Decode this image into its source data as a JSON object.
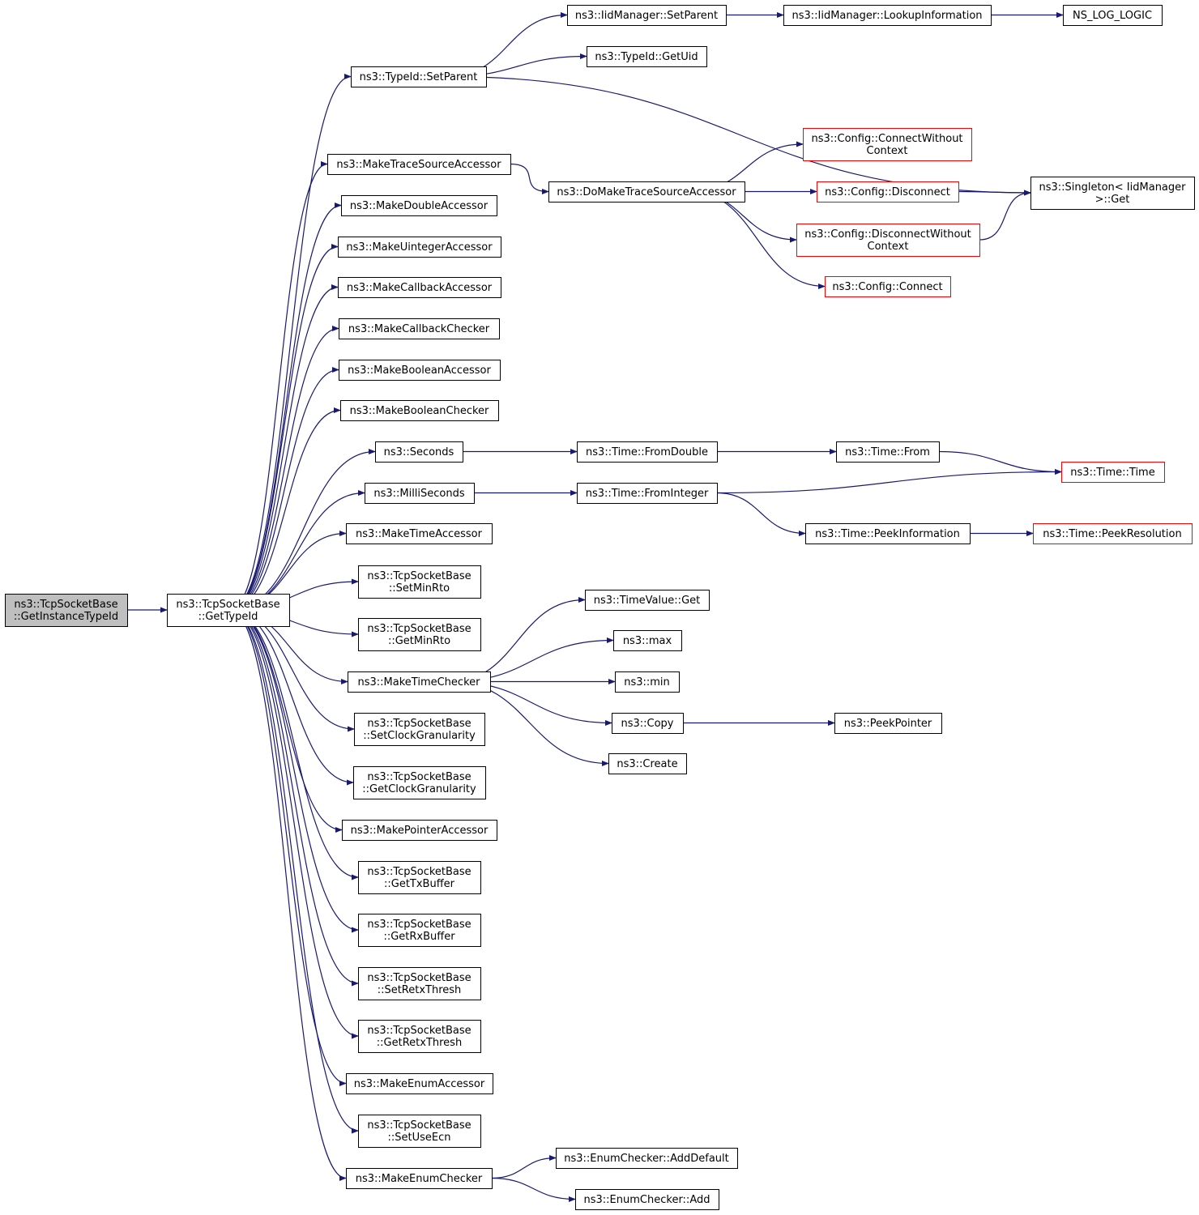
{
  "colors": {
    "edge": "#191970",
    "node_border": "#000000",
    "node_border_truncated": "#ff0000",
    "node_fill": "#ffffff",
    "node_fill_root": "#bfbfbf"
  },
  "nodes": [
    {
      "id": "root",
      "lines": [
        "ns3::TcpSocketBase",
        "::GetInstanceTypeId"
      ],
      "style": "root"
    },
    {
      "id": "gettypeid",
      "lines": [
        "ns3::TcpSocketBase",
        "::GetTypeId"
      ],
      "style": "normal"
    },
    {
      "id": "typeid_setparent",
      "lines": [
        "ns3::TypeId::SetParent"
      ],
      "style": "normal"
    },
    {
      "id": "iid_setparent",
      "lines": [
        "ns3::IidManager::SetParent"
      ],
      "style": "normal"
    },
    {
      "id": "iid_lookup",
      "lines": [
        "ns3::IidManager::LookupInformation"
      ],
      "style": "normal"
    },
    {
      "id": "ns_log_logic",
      "lines": [
        "NS_LOG_LOGIC"
      ],
      "style": "normal"
    },
    {
      "id": "typeid_getuid",
      "lines": [
        "ns3::TypeId::GetUid"
      ],
      "style": "normal"
    },
    {
      "id": "singleton_get",
      "lines": [
        "ns3::Singleton< IidManager",
        " >::Get"
      ],
      "style": "normal"
    },
    {
      "id": "make_trace_src_acc",
      "lines": [
        "ns3::MakeTraceSourceAccessor"
      ],
      "style": "normal"
    },
    {
      "id": "do_make_trace_src_acc",
      "lines": [
        "ns3::DoMakeTraceSourceAccessor"
      ],
      "style": "normal"
    },
    {
      "id": "cfg_connect_wo_ctx",
      "lines": [
        "ns3::Config::ConnectWithout",
        "Context"
      ],
      "style": "truncated"
    },
    {
      "id": "cfg_disconnect",
      "lines": [
        "ns3::Config::Disconnect"
      ],
      "style": "truncated"
    },
    {
      "id": "cfg_disconnect_wo_ctx",
      "lines": [
        "ns3::Config::DisconnectWithout",
        "Context"
      ],
      "style": "truncated"
    },
    {
      "id": "cfg_connect",
      "lines": [
        "ns3::Config::Connect"
      ],
      "style": "truncated"
    },
    {
      "id": "make_double_acc",
      "lines": [
        "ns3::MakeDoubleAccessor"
      ],
      "style": "normal"
    },
    {
      "id": "make_uinteger_acc",
      "lines": [
        "ns3::MakeUintegerAccessor"
      ],
      "style": "normal"
    },
    {
      "id": "make_callback_acc",
      "lines": [
        "ns3::MakeCallbackAccessor"
      ],
      "style": "normal"
    },
    {
      "id": "make_callback_chk",
      "lines": [
        "ns3::MakeCallbackChecker"
      ],
      "style": "normal"
    },
    {
      "id": "make_boolean_acc",
      "lines": [
        "ns3::MakeBooleanAccessor"
      ],
      "style": "normal"
    },
    {
      "id": "make_boolean_chk",
      "lines": [
        "ns3::MakeBooleanChecker"
      ],
      "style": "normal"
    },
    {
      "id": "seconds",
      "lines": [
        "ns3::Seconds"
      ],
      "style": "normal"
    },
    {
      "id": "time_fromdouble",
      "lines": [
        "ns3::Time::FromDouble"
      ],
      "style": "normal"
    },
    {
      "id": "time_from",
      "lines": [
        "ns3::Time::From"
      ],
      "style": "normal"
    },
    {
      "id": "time_time",
      "lines": [
        "ns3::Time::Time"
      ],
      "style": "truncated"
    },
    {
      "id": "milliseconds",
      "lines": [
        "ns3::MilliSeconds"
      ],
      "style": "normal"
    },
    {
      "id": "time_frominteger",
      "lines": [
        "ns3::Time::FromInteger"
      ],
      "style": "normal"
    },
    {
      "id": "time_peekinfo",
      "lines": [
        "ns3::Time::PeekInformation"
      ],
      "style": "normal"
    },
    {
      "id": "time_peekres",
      "lines": [
        "ns3::Time::PeekResolution"
      ],
      "style": "truncated"
    },
    {
      "id": "make_time_acc",
      "lines": [
        "ns3::MakeTimeAccessor"
      ],
      "style": "normal"
    },
    {
      "id": "set_min_rto",
      "lines": [
        "ns3::TcpSocketBase",
        "::SetMinRto"
      ],
      "style": "normal"
    },
    {
      "id": "get_min_rto",
      "lines": [
        "ns3::TcpSocketBase",
        "::GetMinRto"
      ],
      "style": "normal"
    },
    {
      "id": "make_time_chk",
      "lines": [
        "ns3::MakeTimeChecker"
      ],
      "style": "normal"
    },
    {
      "id": "timevalue_get",
      "lines": [
        "ns3::TimeValue::Get"
      ],
      "style": "normal"
    },
    {
      "id": "max",
      "lines": [
        "ns3::max"
      ],
      "style": "normal"
    },
    {
      "id": "min",
      "lines": [
        "ns3::min"
      ],
      "style": "normal"
    },
    {
      "id": "copy",
      "lines": [
        "ns3::Copy"
      ],
      "style": "normal"
    },
    {
      "id": "peekpointer",
      "lines": [
        "ns3::PeekPointer"
      ],
      "style": "normal"
    },
    {
      "id": "create",
      "lines": [
        "ns3::Create"
      ],
      "style": "normal"
    },
    {
      "id": "set_clock_gran",
      "lines": [
        "ns3::TcpSocketBase",
        "::SetClockGranularity"
      ],
      "style": "normal"
    },
    {
      "id": "get_clock_gran",
      "lines": [
        "ns3::TcpSocketBase",
        "::GetClockGranularity"
      ],
      "style": "normal"
    },
    {
      "id": "make_pointer_acc",
      "lines": [
        "ns3::MakePointerAccessor"
      ],
      "style": "normal"
    },
    {
      "id": "get_tx_buffer",
      "lines": [
        "ns3::TcpSocketBase",
        "::GetTxBuffer"
      ],
      "style": "normal"
    },
    {
      "id": "get_rx_buffer",
      "lines": [
        "ns3::TcpSocketBase",
        "::GetRxBuffer"
      ],
      "style": "normal"
    },
    {
      "id": "set_retx_thresh",
      "lines": [
        "ns3::TcpSocketBase",
        "::SetRetxThresh"
      ],
      "style": "normal"
    },
    {
      "id": "get_retx_thresh",
      "lines": [
        "ns3::TcpSocketBase",
        "::GetRetxThresh"
      ],
      "style": "normal"
    },
    {
      "id": "make_enum_acc",
      "lines": [
        "ns3::MakeEnumAccessor"
      ],
      "style": "normal"
    },
    {
      "id": "set_use_ecn",
      "lines": [
        "ns3::TcpSocketBase",
        "::SetUseEcn"
      ],
      "style": "normal"
    },
    {
      "id": "make_enum_chk",
      "lines": [
        "ns3::MakeEnumChecker"
      ],
      "style": "normal"
    },
    {
      "id": "enum_add_default",
      "lines": [
        "ns3::EnumChecker::AddDefault"
      ],
      "style": "normal"
    },
    {
      "id": "enum_add",
      "lines": [
        "ns3::EnumChecker::Add"
      ],
      "style": "normal"
    }
  ],
  "edges": [
    [
      "root",
      "gettypeid"
    ],
    [
      "gettypeid",
      "typeid_setparent"
    ],
    [
      "gettypeid",
      "make_trace_src_acc"
    ],
    [
      "gettypeid",
      "make_double_acc"
    ],
    [
      "gettypeid",
      "make_uinteger_acc"
    ],
    [
      "gettypeid",
      "make_callback_acc"
    ],
    [
      "gettypeid",
      "make_callback_chk"
    ],
    [
      "gettypeid",
      "make_boolean_acc"
    ],
    [
      "gettypeid",
      "make_boolean_chk"
    ],
    [
      "gettypeid",
      "seconds"
    ],
    [
      "gettypeid",
      "milliseconds"
    ],
    [
      "gettypeid",
      "make_time_acc"
    ],
    [
      "gettypeid",
      "set_min_rto"
    ],
    [
      "gettypeid",
      "get_min_rto"
    ],
    [
      "gettypeid",
      "make_time_chk"
    ],
    [
      "gettypeid",
      "set_clock_gran"
    ],
    [
      "gettypeid",
      "get_clock_gran"
    ],
    [
      "gettypeid",
      "make_pointer_acc"
    ],
    [
      "gettypeid",
      "get_tx_buffer"
    ],
    [
      "gettypeid",
      "get_rx_buffer"
    ],
    [
      "gettypeid",
      "set_retx_thresh"
    ],
    [
      "gettypeid",
      "get_retx_thresh"
    ],
    [
      "gettypeid",
      "make_enum_acc"
    ],
    [
      "gettypeid",
      "set_use_ecn"
    ],
    [
      "gettypeid",
      "make_enum_chk"
    ],
    [
      "typeid_setparent",
      "iid_setparent"
    ],
    [
      "typeid_setparent",
      "typeid_getuid"
    ],
    [
      "typeid_setparent",
      "singleton_get"
    ],
    [
      "iid_setparent",
      "iid_lookup"
    ],
    [
      "iid_lookup",
      "ns_log_logic"
    ],
    [
      "make_trace_src_acc",
      "do_make_trace_src_acc"
    ],
    [
      "do_make_trace_src_acc",
      "cfg_connect_wo_ctx"
    ],
    [
      "do_make_trace_src_acc",
      "cfg_disconnect"
    ],
    [
      "do_make_trace_src_acc",
      "cfg_disconnect_wo_ctx"
    ],
    [
      "do_make_trace_src_acc",
      "cfg_connect"
    ],
    [
      "cfg_disconnect",
      "singleton_get"
    ],
    [
      "cfg_disconnect_wo_ctx",
      "singleton_get"
    ],
    [
      "seconds",
      "time_fromdouble"
    ],
    [
      "time_fromdouble",
      "time_from"
    ],
    [
      "time_from",
      "time_time"
    ],
    [
      "milliseconds",
      "time_frominteger"
    ],
    [
      "time_frominteger",
      "time_time"
    ],
    [
      "time_frominteger",
      "time_peekinfo"
    ],
    [
      "time_peekinfo",
      "time_peekres"
    ],
    [
      "make_time_chk",
      "timevalue_get"
    ],
    [
      "make_time_chk",
      "max"
    ],
    [
      "make_time_chk",
      "min"
    ],
    [
      "make_time_chk",
      "copy"
    ],
    [
      "make_time_chk",
      "create"
    ],
    [
      "copy",
      "peekpointer"
    ],
    [
      "make_enum_chk",
      "enum_add_default"
    ],
    [
      "make_enum_chk",
      "enum_add"
    ]
  ]
}
